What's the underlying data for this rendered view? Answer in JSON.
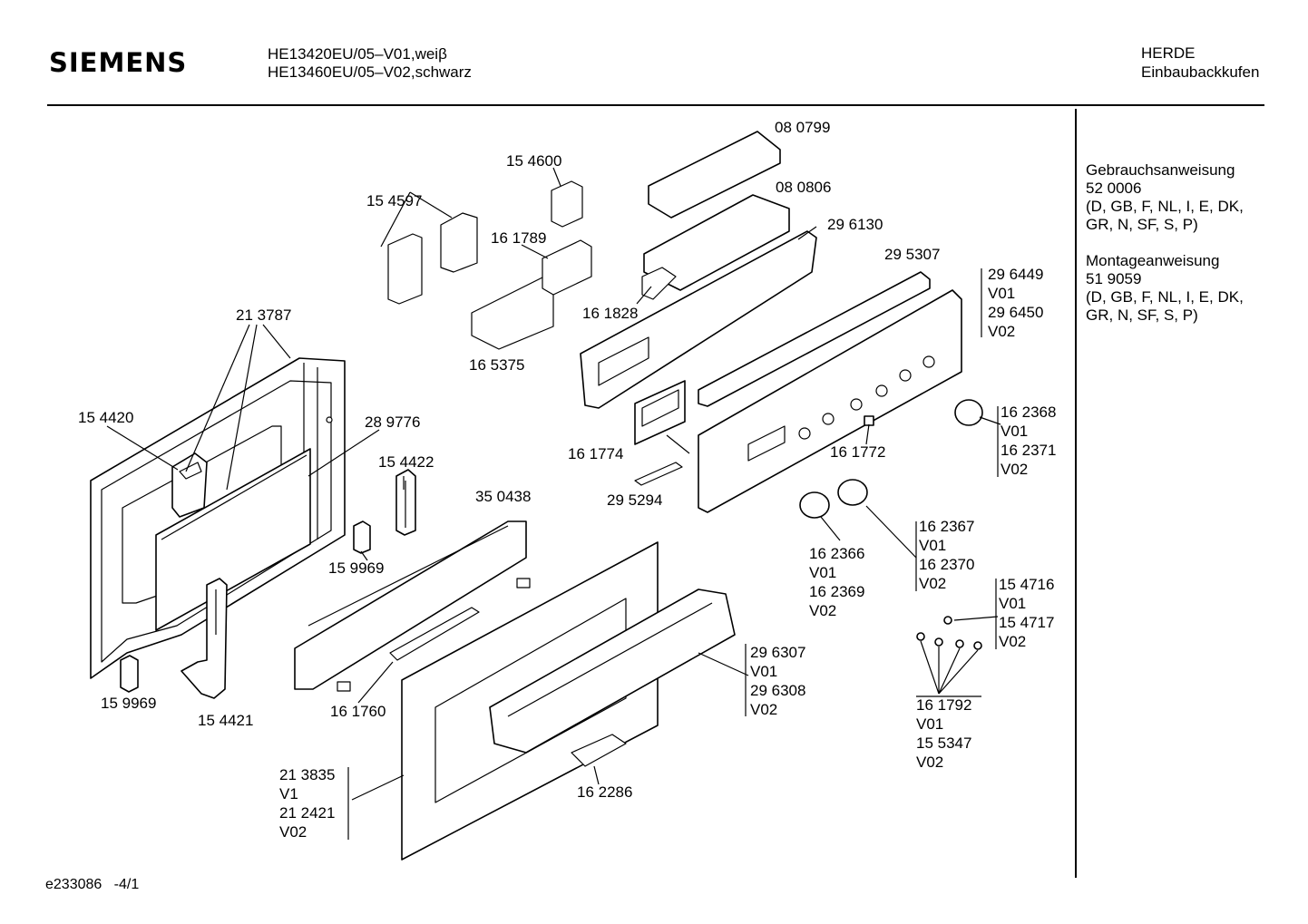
{
  "header": {
    "brand": "SIEMENS",
    "model_1": "HE13420EU/05–V01,weiβ",
    "model_2": "HE13460EU/05–V02,schwarz",
    "category_1": "HERDE",
    "category_2": "Einbaubackkufen"
  },
  "documents": [
    {
      "title": "Gebrauchsanweisung",
      "number": "52 0006",
      "langs_1": "(D, GB, F, NL, I, E, DK,",
      "langs_2": "GR, N, SF, S, P)"
    },
    {
      "title": "Montageanweisung",
      "number": "51 9059",
      "langs_1": "(D, GB, F, NL, I, E, DK,",
      "langs_2": "GR, N, SF, S, P)"
    }
  ],
  "labels": {
    "l080799": "08 0799",
    "l154600": "15 4600",
    "l080806": "08 0806",
    "l154597": "15 4597",
    "l161789": "16 1789",
    "l296130": "29 6130",
    "l295307": "29 5307",
    "g1": [
      "29 6449",
      "V01",
      "29 6450",
      "V02"
    ],
    "l213787": "21 3787",
    "l161828": "16 1828",
    "l165375": "16 5375",
    "l154420": "15 4420",
    "l289776": "28 9776",
    "g2": [
      "16 2368",
      "V01",
      "16 2371",
      "V02"
    ],
    "l161774": "16 1774",
    "l161772": "16 1772",
    "l154422": "15 4422",
    "l350438": "35 0438",
    "l295294": "29 5294",
    "g3": [
      "16 2367",
      "V01",
      "16 2370",
      "V02"
    ],
    "g4": [
      "16 2366",
      "V01",
      "16 2369",
      "V02"
    ],
    "l159969a": "15 9969",
    "g5": [
      "15 4716",
      "V01",
      "15 4717",
      "V02"
    ],
    "g6": [
      "29 6307",
      "V01",
      "29 6308",
      "V02"
    ],
    "g7": [
      "16 1792",
      "V01",
      "15 5347",
      "V02"
    ],
    "l159969b": "15 9969",
    "l154421": "15 4421",
    "l161760": "16 1760",
    "l162286": "16 2286",
    "g8": [
      "21 3835",
      "V1",
      "21 2421",
      "V02"
    ]
  },
  "footer": {
    "code": "e233086",
    "page": "-4/1"
  }
}
